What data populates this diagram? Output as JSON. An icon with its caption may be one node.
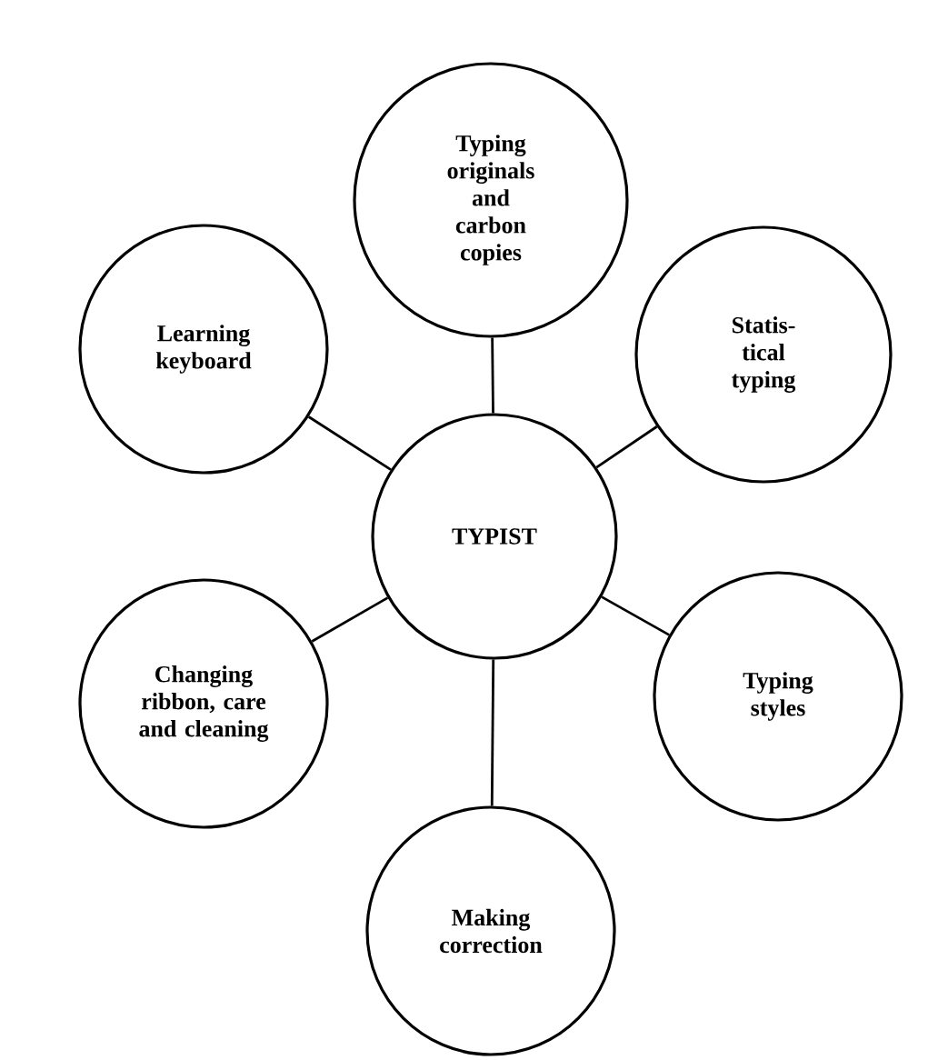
{
  "diagram": {
    "nodes": [
      {
        "text": [
          "Typing originals and carbon copies"
        ]
      },
      {
        "text": [
          "Learning keyboard"
        ]
      },
      {
        "text": [
          "Statis- tical typing"
        ]
      },
      {
        "text": [
          "TYPIST"
        ]
      },
      {
        "text": [
          "Changing ribbon, care and cleaning"
        ]
      },
      {
        "text": [
          "Typing styles"
        ]
      },
      {
        "text": [
          "Making correction"
        ]
      }
    ],
    "edges": [
      {
        "from": 3,
        "to": 0,
        "arrow": "none"
      },
      {
        "from": 3,
        "to": 1,
        "arrow": "none"
      },
      {
        "from": 3,
        "to": 2,
        "arrow": "none"
      },
      {
        "from": 3,
        "to": 4,
        "arrow": "none"
      },
      {
        "from": 3,
        "to": 5,
        "arrow": "none"
      },
      {
        "from": 3,
        "to": 6,
        "arrow": "none"
      }
    ]
  }
}
